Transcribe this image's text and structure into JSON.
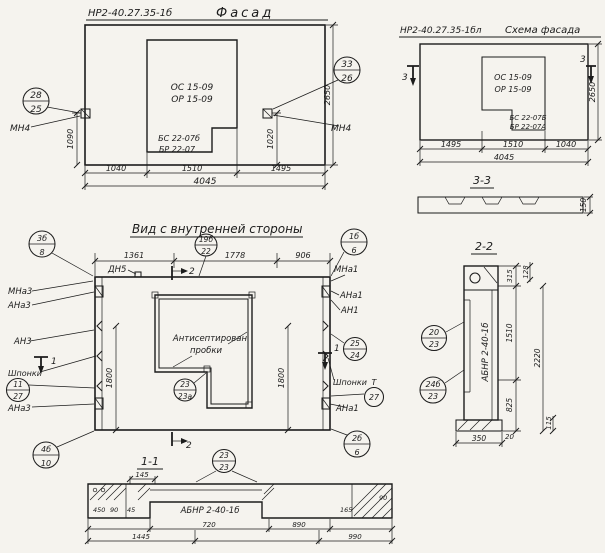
{
  "colors": {
    "ink": "#1c1c1c",
    "paper": "#f5f3ee"
  },
  "facade": {
    "code": "НР2-40.27.35-1б",
    "title": "Фасад",
    "win1": "ОС 15-09",
    "win2": "ОР 15-09",
    "sill1": "БС 22-07б",
    "sill2": "БР 22-07",
    "co_left_top": "28",
    "co_left_bot": "25",
    "co_right_top": "33",
    "co_right_bot": "26",
    "mn_left": "МН4",
    "mn_right": "МН4",
    "dim_1090": "1090",
    "dim_1020": "1020",
    "dim_2650": "2650",
    "dim_b1": "1040",
    "dim_b2": "1510",
    "dim_b3": "1495",
    "dim_total": "4045"
  },
  "scheme": {
    "code": "НР2-40.27.35-1бл",
    "title": "Схема фасада",
    "win1": "ОС 15-09",
    "win2": "ОР 15-09",
    "sill1": "БС 22-07Б",
    "sill2": "БР 22-07А",
    "cut_label": "3",
    "dim_b1": "1495",
    "dim_b2": "1510",
    "dim_b3": "1040",
    "dim_total": "4045",
    "dim_2650": "2650",
    "section_title": "3-3",
    "dim_150": "150"
  },
  "inner": {
    "title": "Вид с внутренней стороны",
    "co_3b8_t": "3б",
    "co_3b8_b": "8",
    "co_19b22_t": "19б",
    "co_19b22_b": "22",
    "co_1b6_t": "1б",
    "co_1b6_b": "6",
    "dim_t1": "1361",
    "dim_t2": "1778",
    "dim_t3": "906",
    "dn5": "ДН5",
    "lbl_mna3": "МНа3",
    "lbl_ana3_top": "АНа3",
    "lbl_an3": "АН3",
    "lbl_shponki_l": "Шпонки",
    "co_1127_t": "11",
    "co_1127_b": "27",
    "lbl_ana3_bot": "АНа3",
    "lbl_mna1": "МНа1",
    "lbl_ana1_top": "АНа1",
    "lbl_an1": "АН1",
    "co_2524_t": "25",
    "co_2524_b": "24",
    "lbl_shponki_r": "Шпонки",
    "t_mark": "Т",
    "co_27": "27",
    "lbl_ana1_bot": "АНа1",
    "note1": "Антисептирован",
    "note2": "пробки",
    "dim_v_left": "1800",
    "dim_v_right": "1800",
    "cut1": "1",
    "cut2": "2",
    "co_2323a_t": "23",
    "co_2323a_b": "23а",
    "co_4b10_t": "4б",
    "co_4b10_b": "10",
    "co_2b6_t": "2б",
    "co_2b6_b": "6",
    "co_2323_t": "23",
    "co_2323_b": "23",
    "section_title": "1-1"
  },
  "sec22": {
    "title": "2-2",
    "mark": "АБНР 2-40-1б",
    "co_2023_t": "20",
    "co_2023_b": "23",
    "co_24b23_t": "24б",
    "co_24b23_b": "23",
    "d128": "128",
    "d315": "315",
    "d1510": "1510",
    "d2220": "2220",
    "d825": "825",
    "d115": "115",
    "d350": "350",
    "d20": "20"
  },
  "sec11": {
    "mark": "АБНР 2-40-1б",
    "d450": "450",
    "d90a": "90",
    "d45": "45",
    "d145": "145",
    "d720": "720",
    "d890": "890",
    "d165": "165",
    "d990": "990",
    "d90b": "90",
    "d1445": "1445"
  }
}
